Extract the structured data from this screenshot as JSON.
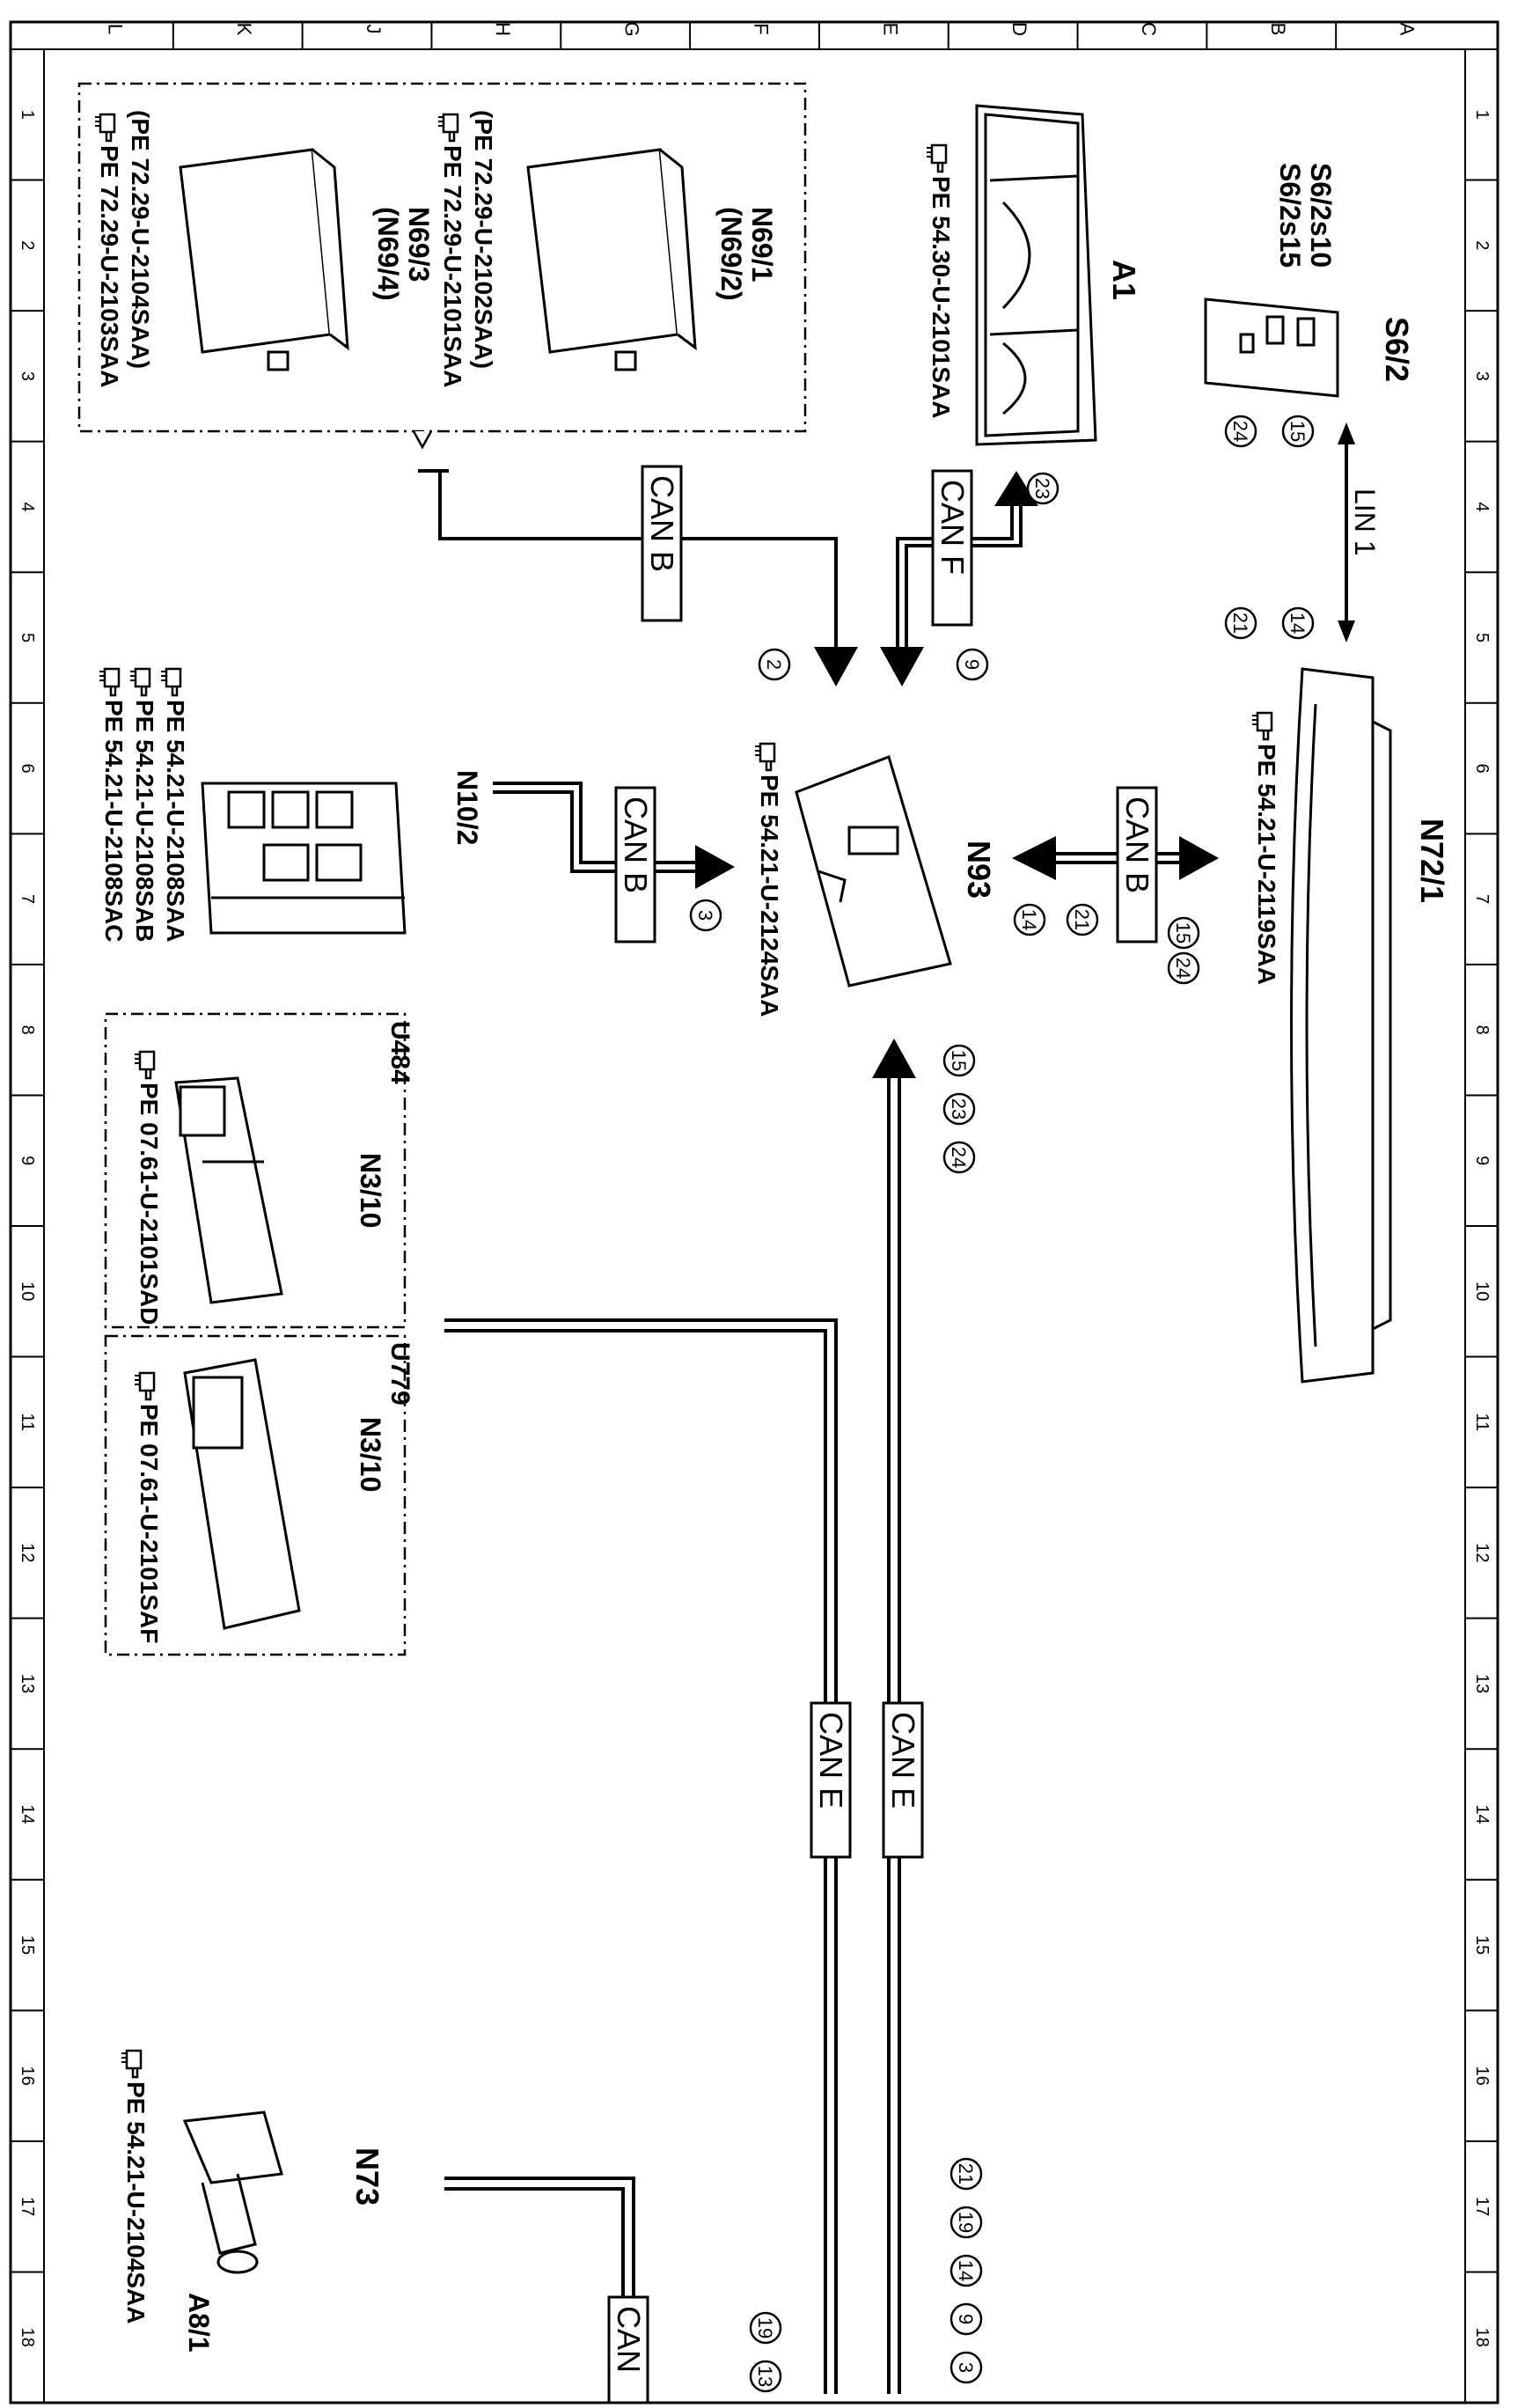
{
  "grid": {
    "columns": [
      "L",
      "K",
      "J",
      "H",
      "G",
      "F",
      "E",
      "D",
      "C",
      "B",
      "A"
    ],
    "rows": [
      "1",
      "2",
      "3",
      "4",
      "5",
      "6",
      "7",
      "8",
      "9",
      "10",
      "11",
      "12",
      "13",
      "14",
      "15",
      "16",
      "17",
      "18"
    ]
  },
  "ref_icon": "pointing-hand-icon",
  "components": {
    "s6_2": {
      "id": "S6/2",
      "sub1": "S6/2s10",
      "sub2": "S6/2s15",
      "pins": [
        "15",
        "24"
      ]
    },
    "a1": {
      "id": "A1",
      "ref": "PE 54.30-U-2101SAA",
      "pin": "23"
    },
    "n69_1": {
      "id": "N69/1",
      "alt": "(N69/2)",
      "ref1": "PE 72.29-U-2101SAA",
      "ref2": "(PE 72.29-U-2102SAA)"
    },
    "n69_3": {
      "id": "N69/3",
      "alt": "(N69/4)",
      "ref1": "PE 72.29-U-2103SAA",
      "ref2": "(PE 72.29-U-2104SAA)"
    },
    "n72_1": {
      "id": "N72/1",
      "ref": "PE 54.21-U-2119SAA",
      "pins_top": [
        "14",
        "21"
      ],
      "pins_bus": [
        "15",
        "24",
        "21",
        "14"
      ]
    },
    "n93": {
      "id": "N93",
      "ref": "PE 54.21-U-2124SAA",
      "pins_left": [
        "2",
        "9"
      ],
      "pins_bottom": [
        "15",
        "23",
        "24"
      ]
    },
    "n10_2": {
      "id": "N10/2",
      "refs": [
        "PE 54.21-U-2108SAA",
        "PE 54.21-U-2108SAB",
        "PE 54.21-U-2108SAC"
      ],
      "pin": "3"
    },
    "n3_10_u484": {
      "id": "N3/10",
      "variant": "U484",
      "ref": "PE 07.61-U-2101SAD"
    },
    "n3_10_u779": {
      "id": "N3/10",
      "variant": "U779",
      "ref": "PE 07.61-U-2101SAF"
    },
    "n73": {
      "id": "N73",
      "sub": "A8/1",
      "ref": "PE 54.21-U-2104SAA"
    }
  },
  "buses": {
    "lin1": "LIN 1",
    "can_f": "CAN F",
    "can_b_top": "CAN B",
    "can_b_mid": "CAN B",
    "can_b_right": "CAN B",
    "can_e_left": "CAN E",
    "can_e_right": "CAN E",
    "can_bottom": "CAN"
  },
  "bottom_pins_right": [
    "21",
    "19",
    "14",
    "9",
    "3"
  ],
  "bottom_pins_left": [
    "19",
    "13"
  ]
}
